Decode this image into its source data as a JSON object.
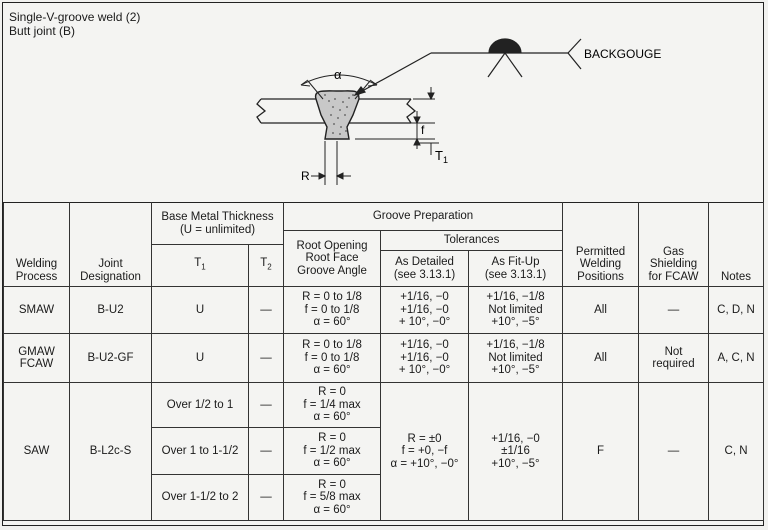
{
  "title": {
    "line1": "Single-V-groove weld (2)",
    "line2": "Butt joint (B)"
  },
  "diagram": {
    "alpha_label": "α",
    "f_label": "f",
    "t1_label": "T",
    "t1_sub": "1",
    "r_label": "R",
    "backgouge_label": "BACKGOUGE"
  },
  "table": {
    "headers": {
      "welding_process": [
        "Welding",
        "Process"
      ],
      "joint_designation": [
        "Joint",
        "Designation"
      ],
      "base_metal": [
        "Base Metal Thickness",
        "(U = unlimited)"
      ],
      "t1": "T",
      "t1_sub": "1",
      "t2": "T",
      "t2_sub": "2",
      "groove_preparation": "Groove Preparation",
      "root_opening": [
        "Root Opening",
        "Root Face",
        "Groove Angle"
      ],
      "tolerances": "Tolerances",
      "as_detailed": [
        "As Detailed",
        "(see 3.13.1)"
      ],
      "as_fitup": [
        "As Fit-Up",
        "(see 3.13.1)"
      ],
      "positions": [
        "Permitted",
        "Welding",
        "Positions"
      ],
      "gas_shielding": [
        "Gas",
        "Shielding",
        "for FCAW"
      ],
      "notes": "Notes"
    },
    "rows": {
      "smaw": {
        "process": [
          "SMAW"
        ],
        "joint": "B-U2",
        "t1": "U",
        "t2": "—",
        "root": [
          "R = 0 to 1/8",
          "f = 0 to 1/8",
          "α = 60°"
        ],
        "as_detailed": [
          "+1/16, −0",
          "+1/16, −0",
          "+ 10°, −0°"
        ],
        "as_fitup": [
          "+1/16, −1/8",
          "Not limited",
          "+10°, −5°"
        ],
        "positions": "All",
        "gas": [
          "—"
        ],
        "notes": "C, D, N"
      },
      "gmaw": {
        "process": [
          "GMAW",
          "FCAW"
        ],
        "joint": "B-U2-GF",
        "t1": "U",
        "t2": "—",
        "root": [
          "R = 0 to 1/8",
          "f = 0 to 1/8",
          "α = 60°"
        ],
        "as_detailed": [
          "+1/16, −0",
          "+1/16, −0",
          "+ 10°, −0°"
        ],
        "as_fitup": [
          "+1/16, −1/8",
          "Not limited",
          "+10°, −5°"
        ],
        "positions": "All",
        "gas": [
          "Not",
          "required"
        ],
        "notes": "A, C, N"
      },
      "saw": {
        "process": [
          "SAW"
        ],
        "joint": "B-L2c-S",
        "subrows": [
          {
            "t1": "Over 1/2 to 1",
            "t2": "—",
            "root": [
              "R = 0",
              "f = 1/4 max",
              "α = 60°"
            ]
          },
          {
            "t1": "Over 1 to 1-1/2",
            "t2": "—",
            "root": [
              "R = 0",
              "f = 1/2 max",
              "α = 60°"
            ]
          },
          {
            "t1": "Over 1-1/2 to 2",
            "t2": "—",
            "root": [
              "R = 0",
              "f = 5/8 max",
              "α = 60°"
            ]
          }
        ],
        "as_detailed": [
          "R = ±0",
          "f = +0, −f",
          "α = +10°, −0°"
        ],
        "as_fitup": [
          "+1/16, −0",
          "±1/16",
          "+10°, −5°"
        ],
        "positions": "F",
        "gas": [
          "—"
        ],
        "notes": "C, N"
      }
    }
  }
}
